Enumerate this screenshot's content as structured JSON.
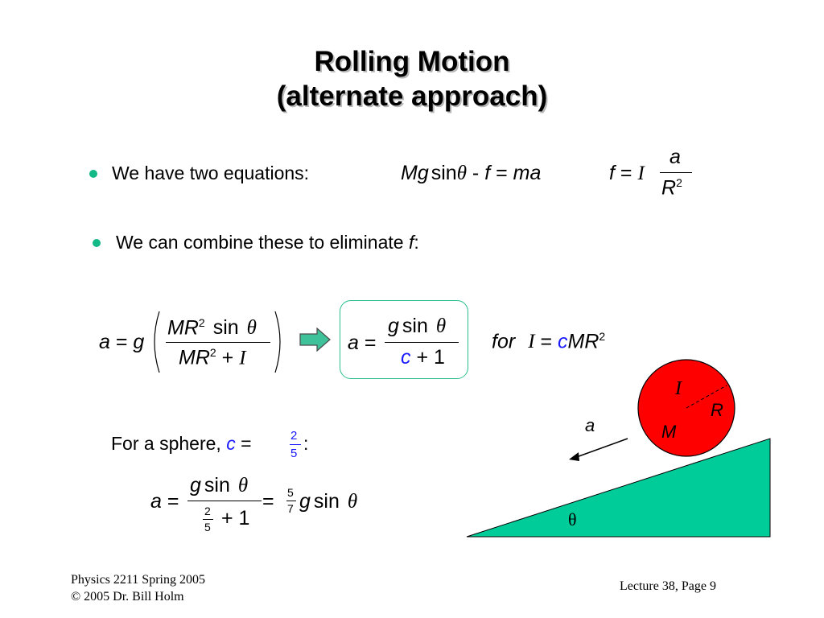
{
  "slide": {
    "title_line1": "Rolling Motion",
    "title_line2": "(alternate approach)"
  },
  "bullets": [
    {
      "text": "We have two equations:"
    },
    {
      "text": "We can combine these to eliminate ",
      "var": "f",
      "suffix": ":"
    }
  ],
  "equations": {
    "eq1": {
      "lhs": "Mg",
      "sin": "sin",
      "theta": "θ",
      "minus": " - ",
      "f": "f",
      "eq": " = ",
      "rhs": "ma"
    },
    "eq2": {
      "f": "f",
      "eq": " = ",
      "I": "I",
      "num": "a",
      "den": "R",
      "den_exp": "2"
    },
    "combined": {
      "a": "a",
      "eq": " = ",
      "g": "g",
      "num_MR": "MR",
      "num_exp": "2",
      "num_sin": "sin",
      "theta": "θ",
      "den_MR": "MR",
      "den_exp": "2",
      "plus": " + ",
      "I": "I"
    },
    "boxed": {
      "a": "a",
      "eq": " = ",
      "g": "g",
      "sin": "sin",
      "theta": "θ",
      "c": "c",
      "plus": " + ",
      "one": "1"
    },
    "for_clause": {
      "for": "for",
      "I": "I",
      "eq": " = ",
      "c": "c",
      "MR": "MR",
      "exp": "2"
    },
    "sphere_label": {
      "text": "For a sphere, ",
      "c": "c",
      "eq": " = ",
      "num": "2",
      "den": "5",
      "colon": ":"
    },
    "sphere": {
      "a": "a",
      "eq": " = ",
      "g": "g",
      "sin": "sin",
      "theta": "θ",
      "den_num": "2",
      "den_den": "5",
      "plus": " + ",
      "one": "1",
      "eq2": " = ",
      "r_num": "5",
      "r_den": "7",
      "g2": "g",
      "sin2": "sin",
      "theta2": "θ"
    }
  },
  "diagram": {
    "I": "I",
    "R": "R",
    "M": "M",
    "a": "a",
    "theta": "θ",
    "colors": {
      "ball": "#ff0000",
      "ramp": "#00cc99",
      "arrow": "#3fc19a"
    }
  },
  "footer": {
    "left_line1": "Physics 2211 Spring 2005",
    "left_line2": "© 2005 Dr. Bill Holm",
    "right": "Lecture 38, Page 9"
  }
}
